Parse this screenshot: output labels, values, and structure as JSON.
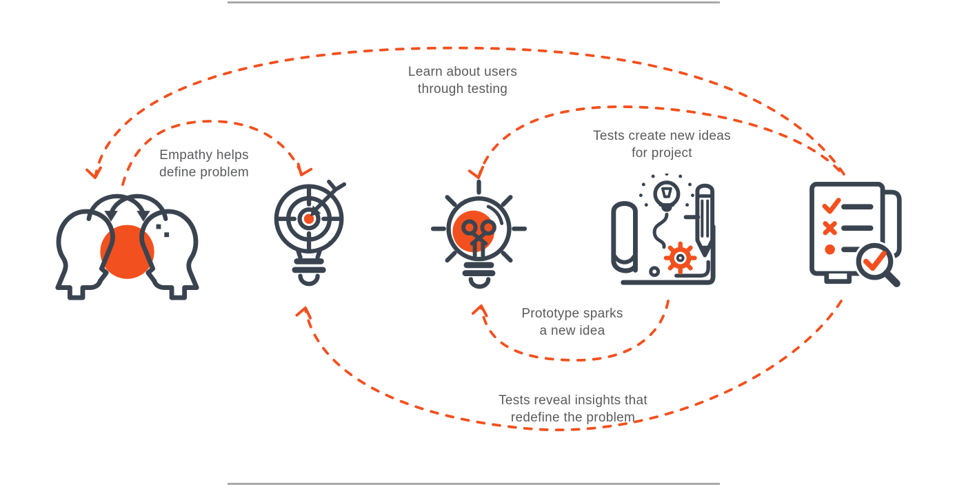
{
  "colors": {
    "accent": "#F2501E",
    "icon_stroke": "#3A4450",
    "text": "#595A5C",
    "rule": "#A8A8A8"
  },
  "labels": {
    "learn": {
      "line1": "Learn about users",
      "line2": "through testing"
    },
    "empathy": {
      "line1": "Empathy helps",
      "line2": "define problem"
    },
    "tests_create": {
      "line1": "Tests create new ideas",
      "line2": "for project"
    },
    "prototype_sparks": {
      "line1": "Prototype sparks",
      "line2": "a new idea"
    },
    "tests_reveal": {
      "line1": "Tests reveal insights that",
      "line2": "redefine the problem"
    }
  },
  "icons": [
    {
      "name": "empathize-icon"
    },
    {
      "name": "define-icon"
    },
    {
      "name": "ideate-icon"
    },
    {
      "name": "prototype-icon"
    },
    {
      "name": "test-icon"
    }
  ],
  "arrows": [
    {
      "name": "learn-arc",
      "from": "test-icon",
      "to": "empathize-icon",
      "label_key": "learn"
    },
    {
      "name": "empathy-arc",
      "from": "empathize-icon",
      "to": "define-icon",
      "label_key": "empathy"
    },
    {
      "name": "tests-create-arc",
      "from": "test-icon",
      "to": "ideate-icon",
      "label_key": "tests_create"
    },
    {
      "name": "prototype-sparks-arc",
      "from": "prototype-icon",
      "to": "ideate-icon",
      "label_key": "prototype_sparks"
    },
    {
      "name": "tests-reveal-arc",
      "from": "test-icon",
      "to": "define-icon",
      "label_key": "tests_reveal"
    }
  ]
}
